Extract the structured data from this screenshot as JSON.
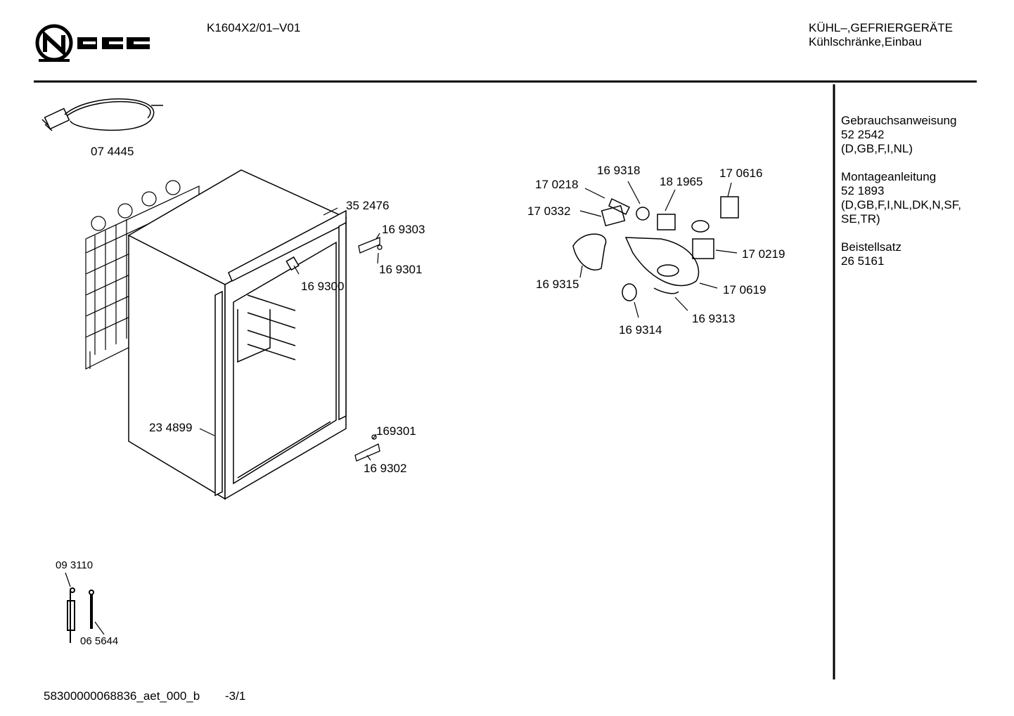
{
  "header": {
    "model": "K1604X2/01–V01",
    "category_line1": "KÜHL–,GEFRIERGERÄTE",
    "category_line2": "Kühlschränke,Einbau",
    "brand_logo": "NEFF"
  },
  "sidebar": {
    "docs": [
      {
        "title": "Gebrauchsanweisung",
        "number": "52 2542",
        "langs": "(D,GB,F,I,NL)"
      },
      {
        "title": "Montageanleitung",
        "number": "52 1893",
        "langs": "(D,GB,F,I,NL,DK,N,SF,",
        "langs2": "SE,TR)"
      },
      {
        "title": "Beistellsatz",
        "number": "26 5161"
      }
    ]
  },
  "parts": {
    "p074445": "07 4445",
    "p352476": "35 2476",
    "p169303": "16 9303",
    "p169301": "16 9301",
    "p169300": "16 9300",
    "p234899": "23 4899",
    "p169301b": "169301",
    "p169302": "16 9302",
    "p093110": "09 3110",
    "p065644": "06 5644",
    "p169318": "16 9318",
    "p170218": "17 0218",
    "p181965": "18 1965",
    "p170616": "17 0616",
    "p170332": "17 0332",
    "p170219": "17 0219",
    "p169315": "16 9315",
    "p170619": "17 0619",
    "p169314": "16 9314",
    "p169313": "16 9313"
  },
  "footer": {
    "doc_id": "58300000068836_aet_000_b",
    "page": "-3/1"
  }
}
